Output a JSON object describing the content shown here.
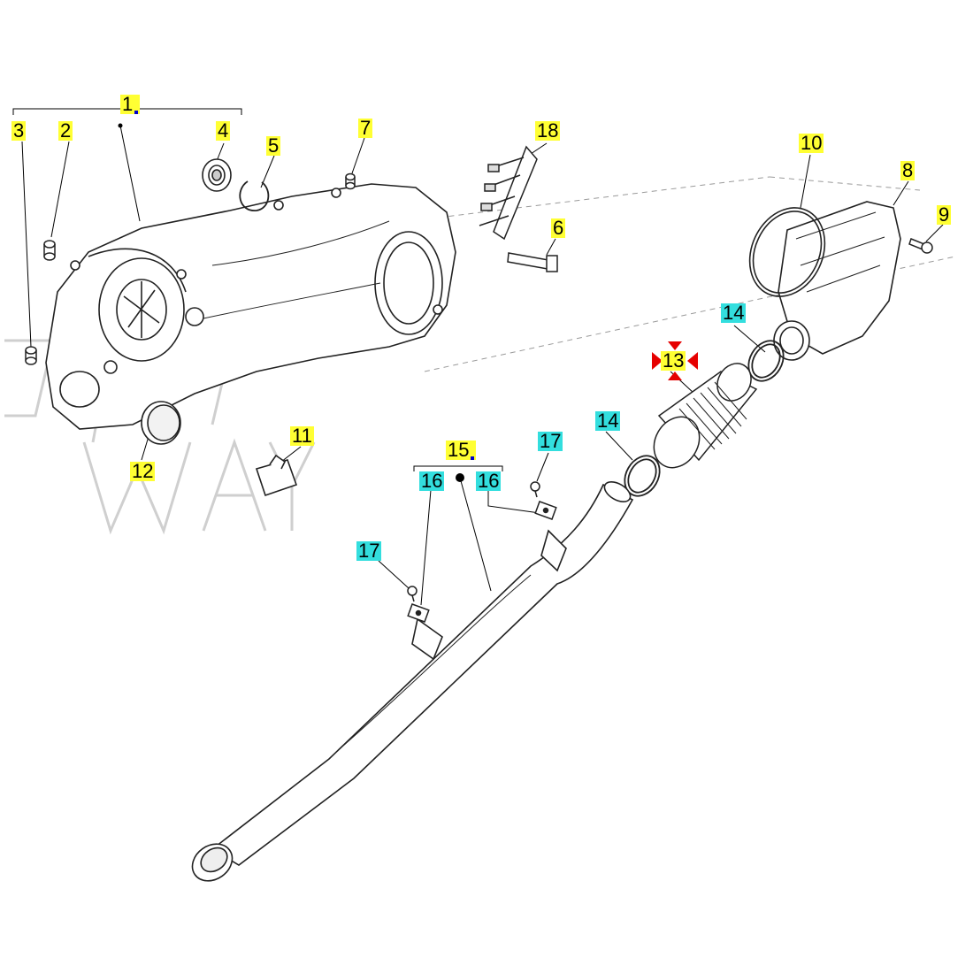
{
  "diagram": {
    "callouts": [
      {
        "id": "1",
        "label": "1",
        "style": "yellow",
        "group_marker": true
      },
      {
        "id": "2",
        "label": "2",
        "style": "yellow"
      },
      {
        "id": "3",
        "label": "3",
        "style": "yellow"
      },
      {
        "id": "4",
        "label": "4",
        "style": "yellow"
      },
      {
        "id": "5",
        "label": "5",
        "style": "yellow"
      },
      {
        "id": "6",
        "label": "6",
        "style": "yellow"
      },
      {
        "id": "7",
        "label": "7",
        "style": "yellow"
      },
      {
        "id": "8",
        "label": "8",
        "style": "yellow"
      },
      {
        "id": "9",
        "label": "9",
        "style": "yellow"
      },
      {
        "id": "10",
        "label": "10",
        "style": "yellow"
      },
      {
        "id": "11",
        "label": "11",
        "style": "yellow"
      },
      {
        "id": "12",
        "label": "12",
        "style": "yellow"
      },
      {
        "id": "13",
        "label": "13",
        "style": "yellow",
        "selected": true
      },
      {
        "id": "14a",
        "label": "14",
        "style": "cyan"
      },
      {
        "id": "14b",
        "label": "14",
        "style": "cyan"
      },
      {
        "id": "15",
        "label": "15",
        "style": "yellow",
        "group_marker": true
      },
      {
        "id": "16a",
        "label": "16",
        "style": "cyan"
      },
      {
        "id": "16b",
        "label": "16",
        "style": "cyan"
      },
      {
        "id": "17a",
        "label": "17",
        "style": "cyan"
      },
      {
        "id": "17b",
        "label": "17",
        "style": "cyan"
      },
      {
        "id": "18",
        "label": "18",
        "style": "yellow"
      }
    ],
    "colors": {
      "yellow_highlight": "#ffff33",
      "cyan_highlight": "#33dede",
      "line": "#000000",
      "selection": "#e60000",
      "watermark": "#cccccc"
    }
  }
}
